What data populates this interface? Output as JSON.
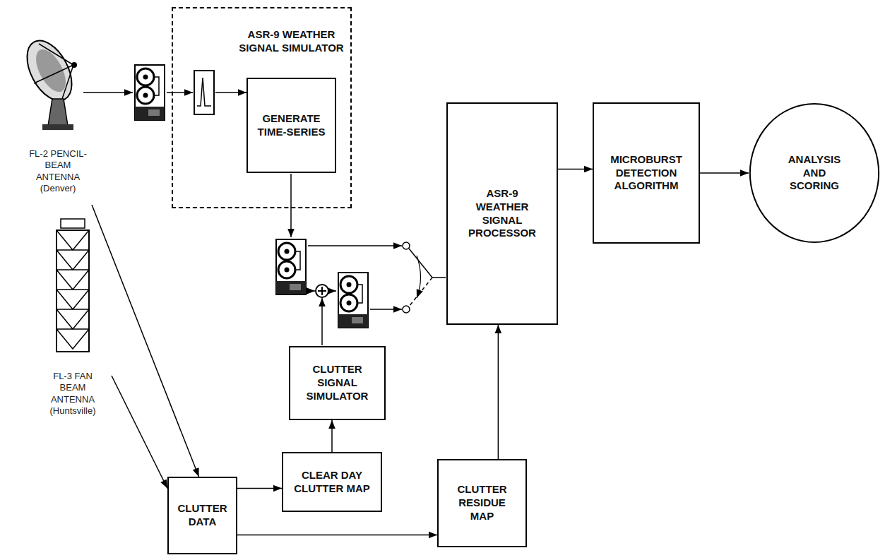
{
  "diagram": {
    "nodes": [
      {
        "text": [
          "FL-2 PENCIL-BEAM ANTENNA (Denver)"
        ]
      },
      {
        "text": [
          "ASR-9 WEATHER SIGNAL SIMULATOR"
        ]
      },
      {
        "text": [
          "GENERATE TIME-SERIES"
        ],
        "in": 1
      },
      {
        "text": [
          "ASR-9 WEATHER SIGNAL PROCESSOR"
        ]
      },
      {
        "text": [
          "MICROBURST DETECTION ALGORITHM"
        ]
      },
      {
        "text": [
          "ANALYSIS AND SCORING"
        ]
      },
      {
        "text": [
          "FL-3 FAN BEAM ANTENNA (Huntsville)"
        ]
      },
      {
        "text": [
          "CLUTTER SIGNAL SIMULATOR"
        ]
      },
      {
        "text": [
          "CLEAR DAY CLUTTER MAP"
        ]
      },
      {
        "text": [
          "CLUTTER DATA"
        ]
      },
      {
        "text": [
          "CLUTTER RESIDUE MAP"
        ]
      }
    ],
    "edges": [
      {
        "from": 0,
        "to": 9,
        "arrow": "to"
      },
      {
        "from": 6,
        "to": 9,
        "arrow": "to"
      },
      {
        "from": 9,
        "to": 8,
        "arrow": "to"
      },
      {
        "from": 9,
        "to": 10,
        "arrow": "to"
      },
      {
        "from": 8,
        "to": 7,
        "arrow": "to"
      },
      {
        "from": 10,
        "to": 3,
        "arrow": "to"
      },
      {
        "from": 3,
        "to": 4,
        "arrow": "to"
      },
      {
        "from": 4,
        "to": 5,
        "arrow": "to"
      }
    ]
  }
}
